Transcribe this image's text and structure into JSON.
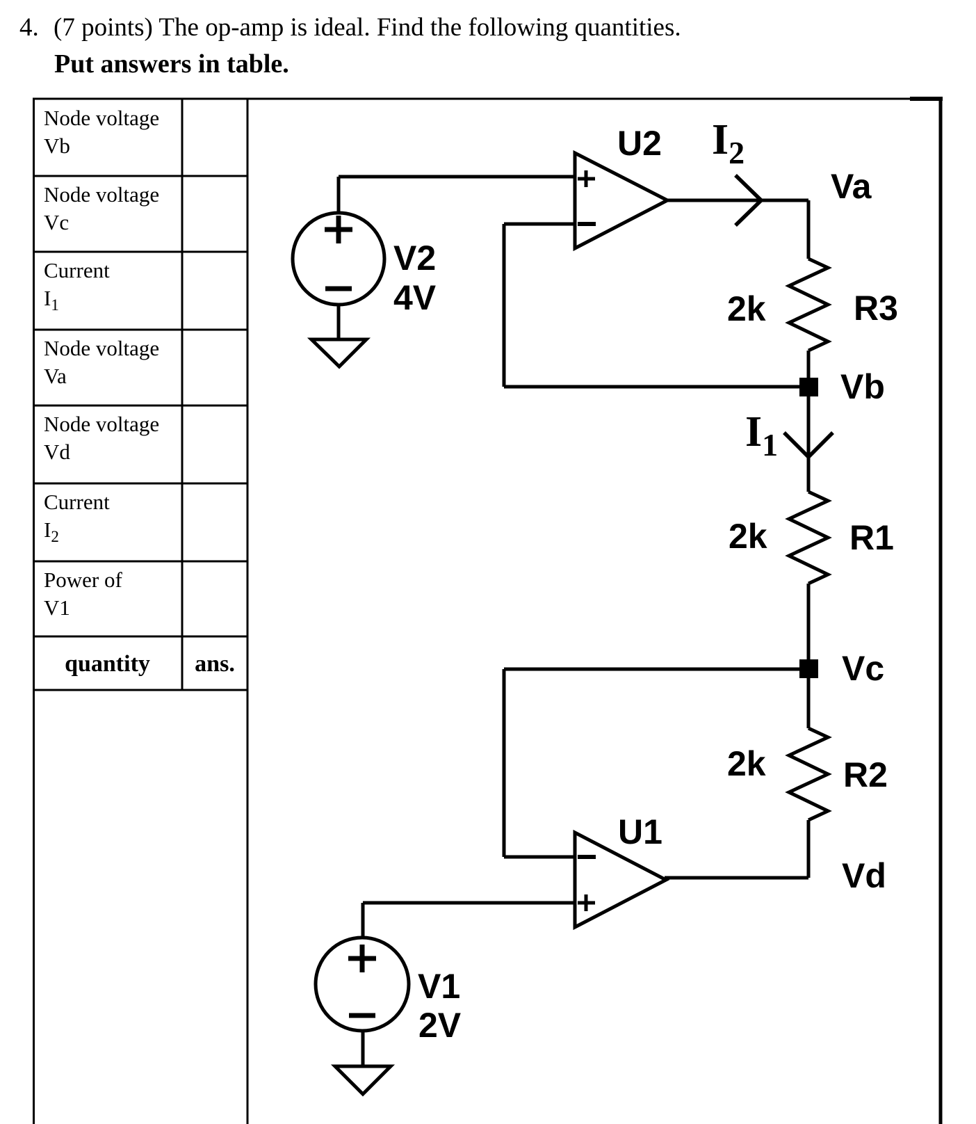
{
  "page": {
    "question_number": "4.",
    "question_text": "(7 points) The op-amp is ideal. Find the following quantities.",
    "instruction": "Put answers in table."
  },
  "answer_table": {
    "header": {
      "quantity": "quantity",
      "answer": "ans."
    },
    "rows": [
      {
        "line1": "Node voltage",
        "line2": "Vb",
        "line2_sub": ""
      },
      {
        "line1": "Node voltage",
        "line2": "Vc",
        "line2_sub": ""
      },
      {
        "line1": "Current",
        "line2": "I",
        "line2_sub": "1"
      },
      {
        "line1": "Node voltage",
        "line2": "Va",
        "line2_sub": ""
      },
      {
        "line1": "Node voltage",
        "line2": "Vd",
        "line2_sub": ""
      },
      {
        "line1": "Current",
        "line2": "I",
        "line2_sub": "2"
      },
      {
        "line1": "Power of",
        "line2": "V1",
        "line2_sub": ""
      }
    ]
  },
  "circuit": {
    "sources": {
      "v2": {
        "name": "V2",
        "value": "4V"
      },
      "v1": {
        "name": "V1",
        "value": "2V"
      }
    },
    "opamps": {
      "u2": "U2",
      "u1": "U1"
    },
    "resistors": {
      "r3": {
        "value": "2k",
        "name": "R3"
      },
      "r1": {
        "value": "2k",
        "name": "R1"
      },
      "r2": {
        "value": "2k",
        "name": "R2"
      }
    },
    "nodes": {
      "va": "Va",
      "vb": "Vb",
      "vc": "Vc",
      "vd": "Vd"
    },
    "currents": {
      "i2": {
        "main": "I",
        "sub": "2"
      },
      "i1": {
        "main": "I",
        "sub": "1"
      }
    },
    "line_color": "#000000",
    "background_color": "#ffffff"
  }
}
